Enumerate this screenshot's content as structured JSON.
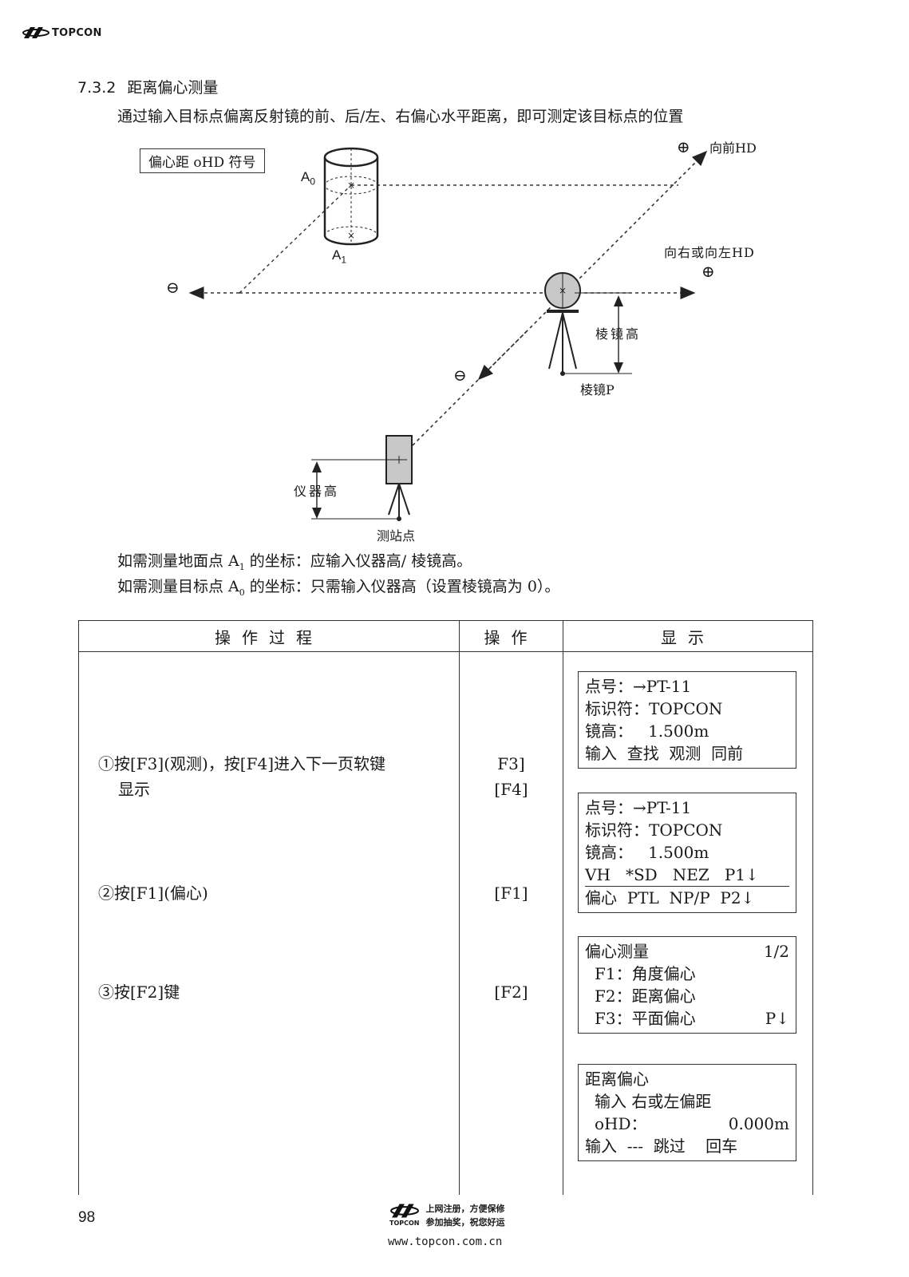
{
  "header": {
    "brand": "TOPCON"
  },
  "section": {
    "number": "7.3.2",
    "title": "距离偏心测量",
    "intro": "通过输入目标点偏离反射镜的前、后/左、右偏心水平距离，即可测定该目标点的位置"
  },
  "diagram": {
    "offset_box": "偏心距 oHD 符号",
    "label_a0": "A",
    "label_a0_sub": "0",
    "label_a1": "A",
    "label_a1_sub": "1",
    "forward_hd": "向前HD",
    "side_hd": "向右或向左HD",
    "plus_symbol": "⊕",
    "minus_symbol": "⊖",
    "prism_height": "棱镜高",
    "prism_p": "棱镜P",
    "instrument_height": "仪器高",
    "station_point": "测站点"
  },
  "notes": {
    "line1_a": "如需测量地面点 A",
    "line1_sub": "1",
    "line1_b": " 的坐标：应输入仪器高/ 棱镜高。",
    "line2_a": "如需测量目标点 A",
    "line2_sub": "0",
    "line2_b": " 的坐标：只需输入仪器高（设置棱镜高为 0）。"
  },
  "table": {
    "headers": [
      "操作过程",
      "操作",
      "显示"
    ],
    "steps": [
      {
        "text_line1": "①按[F3](观测)，按[F4]进入下一页软键",
        "text_line2": "显示",
        "key_line1": "F3]",
        "key_line2": "[F4]"
      },
      {
        "text_line1": "②按[F1](偏心)",
        "key_line1": "[F1]"
      },
      {
        "text_line1": "③按[F2]键",
        "key_line1": "[F2]"
      }
    ],
    "screens": [
      {
        "lines": [
          "点号：→PT-11",
          "标识符：TOPCON",
          "镜高：   1.500m"
        ],
        "softkeys": "输入  查找  观测  同前"
      },
      {
        "lines": [
          "点号：→PT-11",
          "标识符：TOPCON",
          "镜高：   1.500m"
        ],
        "softkeys_a": "VH   *SD   NEZ   P1↓",
        "softkeys_b": "偏心  PTL  NP/P  P2↓"
      },
      {
        "title": "偏心测量",
        "page": "1/2",
        "items": [
          "F1：角度偏心",
          "F2：距离偏心",
          "F3：平面偏心"
        ],
        "more": "P↓"
      },
      {
        "title": "距离偏心",
        "line1": "输入 右或左偏距",
        "ohd_label": "oHD：",
        "ohd_value": "0.000m",
        "softkeys": "输入  ---  跳过    回车"
      }
    ]
  },
  "footer": {
    "page_number": "98",
    "slogan1": "上网注册，方便保修",
    "slogan2": "参加抽奖，祝您好运",
    "url": "www.topcon.com.cn",
    "brand": "TOPCON"
  }
}
